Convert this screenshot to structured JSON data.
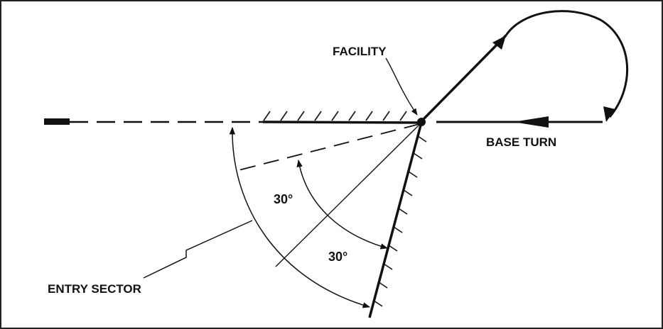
{
  "labels": {
    "facility": "FACILITY",
    "base_turn": "BASE TURN",
    "entry_sector": "ENTRY SECTOR",
    "angle_upper": "30°",
    "angle_lower": "30°"
  },
  "colors": {
    "ink": "#111111",
    "background": "#ffffff",
    "border": "#222222"
  }
}
